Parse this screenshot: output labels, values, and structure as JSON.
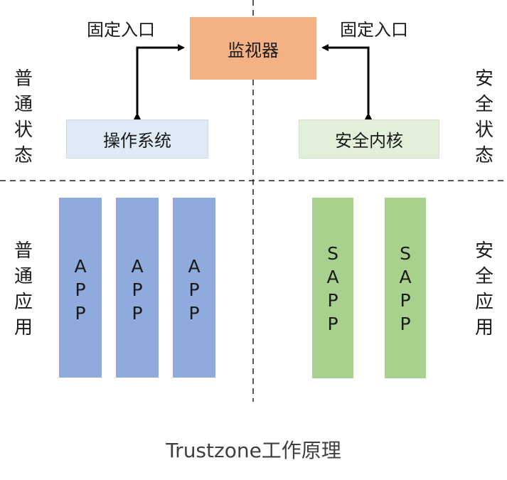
{
  "monitor": {
    "label": "监视器"
  },
  "entry_left": {
    "label": "固定入口"
  },
  "entry_right": {
    "label": "固定入口"
  },
  "os": {
    "label": "操作系统"
  },
  "secure_kernel": {
    "label": "安全内核"
  },
  "side_labels": {
    "normal_state": "普通状态",
    "secure_state": "安全状态",
    "normal_app": "普通应用",
    "secure_app": "安全应用"
  },
  "normal_apps": [
    "APP",
    "APP",
    "APP"
  ],
  "secure_apps": [
    "SAPP",
    "SAPP"
  ],
  "caption": "Trustzone工作原理",
  "colors": {
    "monitor": "#f4b183",
    "os": "#deebf7",
    "secure_kernel": "#e2f0d9",
    "app": "#8faadc",
    "sapp": "#a9d18e"
  }
}
